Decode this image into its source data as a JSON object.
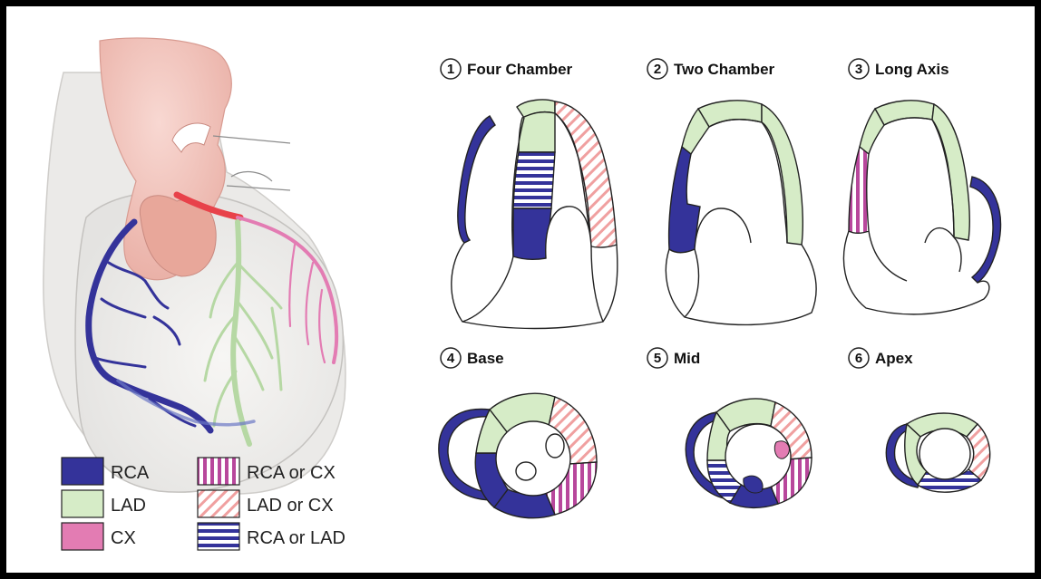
{
  "colors": {
    "rca": "#34339a",
    "lad": "#d6ecc7",
    "cx": "#e37cb3",
    "rca_or_cx_stripe": "#b8479c",
    "lad_or_cx_stripe": "#f0a0a0",
    "rca_or_lad_stripe": "#34339a",
    "outline": "#222222"
  },
  "views": [
    {
      "number": "1",
      "label": "Four Chamber"
    },
    {
      "number": "2",
      "label": "Two Chamber"
    },
    {
      "number": "3",
      "label": "Long Axis"
    },
    {
      "number": "4",
      "label": "Base"
    },
    {
      "number": "5",
      "label": "Mid"
    },
    {
      "number": "6",
      "label": "Apex"
    }
  ],
  "legend": [
    {
      "label": "RCA",
      "swatch": "rca"
    },
    {
      "label": "LAD",
      "swatch": "lad"
    },
    {
      "label": "CX",
      "swatch": "cx"
    },
    {
      "label": "RCA or CX",
      "swatch": "rca-or-cx"
    },
    {
      "label": "LAD or CX",
      "swatch": "lad-or-cx"
    },
    {
      "label": "RCA or LAD",
      "swatch": "rca-or-lad"
    }
  ]
}
